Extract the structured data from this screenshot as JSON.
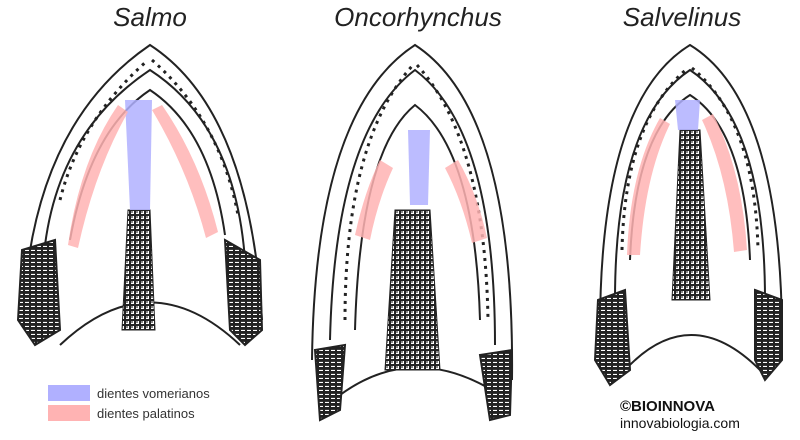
{
  "titles": [
    "Salmo",
    "Oncorhynchus",
    "Salvelinus"
  ],
  "legend": [
    {
      "label": "dientes vomerianos",
      "color": "#b0b0ff"
    },
    {
      "label": "dientes palatinos",
      "color": "#ffb3b3"
    }
  ],
  "credit": {
    "brand": "©BIOINNOVA",
    "url": "innovabiologia.com"
  }
}
